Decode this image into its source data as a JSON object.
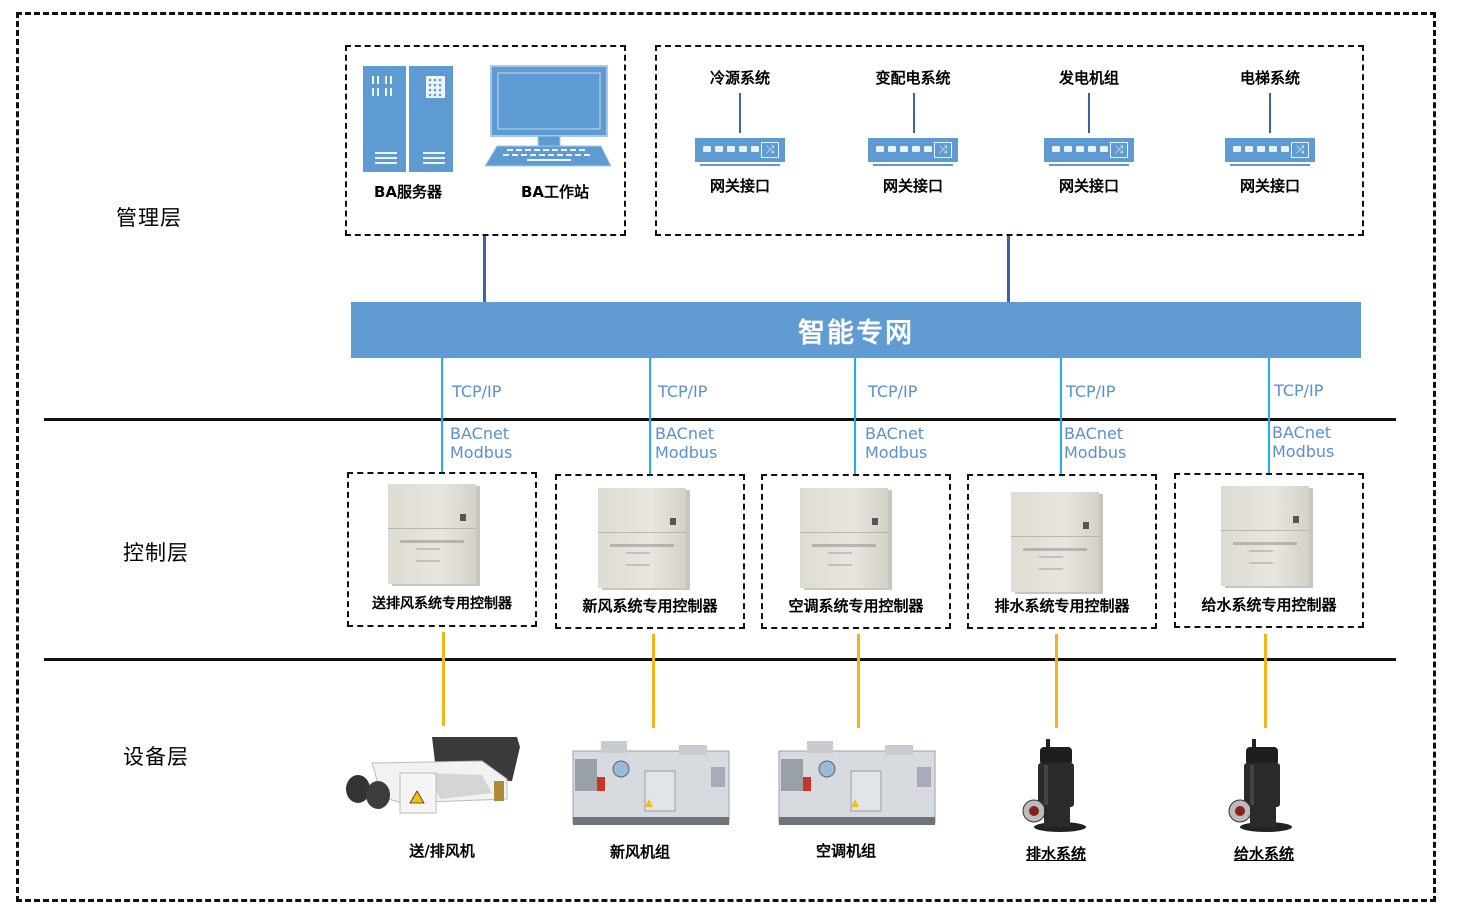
{
  "layers": {
    "management": "管理层",
    "control": "控制层",
    "device": "设备层"
  },
  "management": {
    "server_label": "BA服务器",
    "workstation_label": "BA工作站",
    "subsystems": [
      {
        "name": "冷源系统",
        "gateway_label": "网关接口"
      },
      {
        "name": "变配电系统",
        "gateway_label": "网关接口"
      },
      {
        "name": "发电机组",
        "gateway_label": "网关接口"
      },
      {
        "name": "电梯系统",
        "gateway_label": "网关接口"
      }
    ]
  },
  "bus": {
    "label": "智能专网"
  },
  "protocols": {
    "upper": "TCP/IP",
    "lower_line1": "BACnet",
    "lower_line2": "Modbus"
  },
  "controllers": [
    {
      "label": "送排风系统专用控制器"
    },
    {
      "label": "新风系统专用控制器"
    },
    {
      "label": "空调系统专用控制器"
    },
    {
      "label": "排水系统专用控制器"
    },
    {
      "label": "给水系统专用控制器"
    }
  ],
  "devices": [
    {
      "label": "送/排风机"
    },
    {
      "label": "新风机组"
    },
    {
      "label": "空调机组"
    },
    {
      "label": "排水系统"
    },
    {
      "label": "给水系统"
    }
  ],
  "colors": {
    "bus": "#609cd1",
    "mgmt_link": "#4060a8",
    "control_link": "#1ab0e8",
    "device_link": "#f2b418",
    "protocol_text": "#5b8fd0"
  }
}
